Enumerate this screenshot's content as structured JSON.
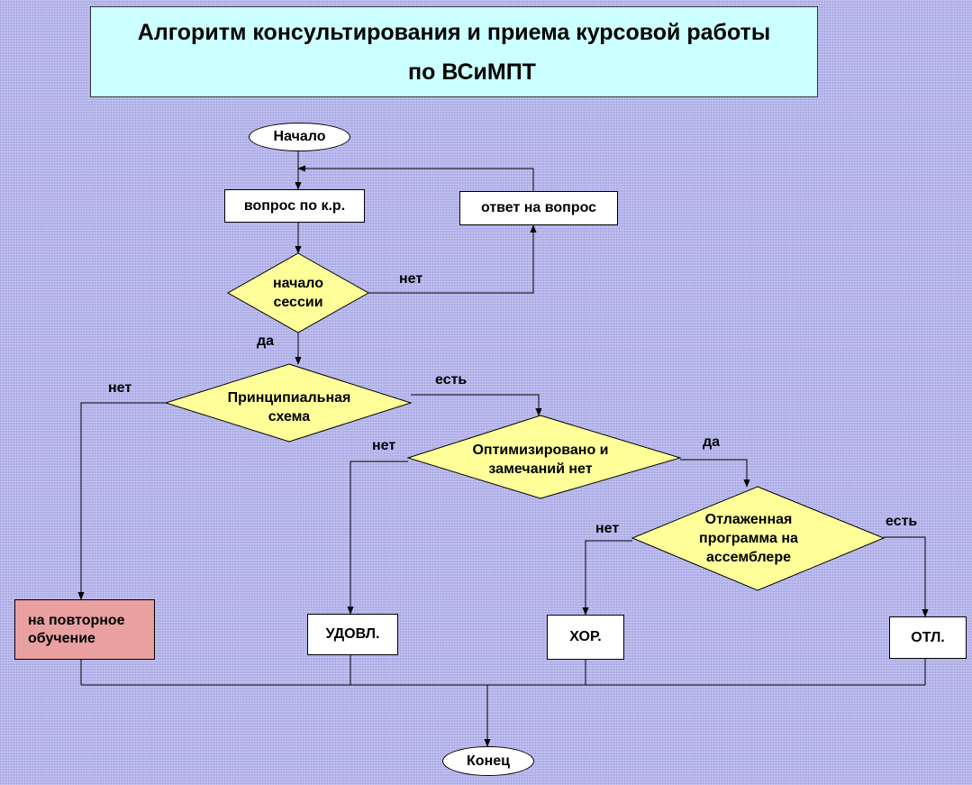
{
  "title": {
    "line1": "Алгоритм консультирования и приема  курсовой работы",
    "line2": "по ВСиМПТ"
  },
  "nodes": {
    "start": "Начало",
    "question": "вопрос по к.р.",
    "answer": "ответ на вопрос",
    "session": "начало сессии",
    "schema": "Принципиальная схема",
    "optimized": "Оптимизировано и замечаний нет",
    "debugged": "Отлаженная программа на ассемблере",
    "retrain": "на повторное обучение",
    "satisfactory": "УДОВЛ.",
    "good": "ХОР.",
    "excellent": "ОТЛ.",
    "end": "Конец"
  },
  "edge_labels": {
    "session_no": "нет",
    "session_yes": "да",
    "schema_no": "нет",
    "schema_yes": "есть",
    "optimized_no": "нет",
    "optimized_yes": "да",
    "debugged_no": "нет",
    "debugged_yes": "есть"
  },
  "colors": {
    "background": "#b4b4ec",
    "title_fill": "#ccffff",
    "decision_fill": "#ffff99",
    "retrain_fill": "#e8a0a0",
    "process_fill": "#ffffff"
  }
}
